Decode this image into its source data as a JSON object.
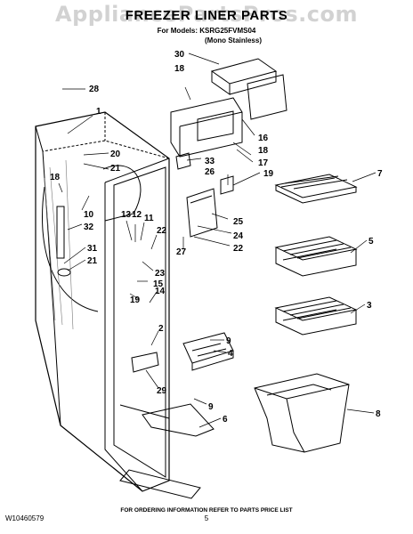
{
  "watermark": "AppliancePartsPros.com",
  "title": "FREEZER LINER PARTS",
  "models_line": "For Models: KSRG25FVMS04",
  "variant_line": "(Mono Stainless)",
  "footer_note": "FOR ORDERING INFORMATION REFER TO PARTS PRICE LIST",
  "doc_number": "W10460579",
  "page_number": "5",
  "callouts": [
    "30",
    "18",
    "28",
    "1",
    "16",
    "18",
    "17",
    "20",
    "21",
    "33",
    "26",
    "19",
    "7",
    "18",
    "10",
    "32",
    "13",
    "12",
    "11",
    "22",
    "25",
    "24",
    "22",
    "27",
    "5",
    "31",
    "21",
    "23",
    "15",
    "14",
    "19",
    "3",
    "2",
    "9",
    "4",
    "29",
    "9",
    "6",
    "8"
  ]
}
